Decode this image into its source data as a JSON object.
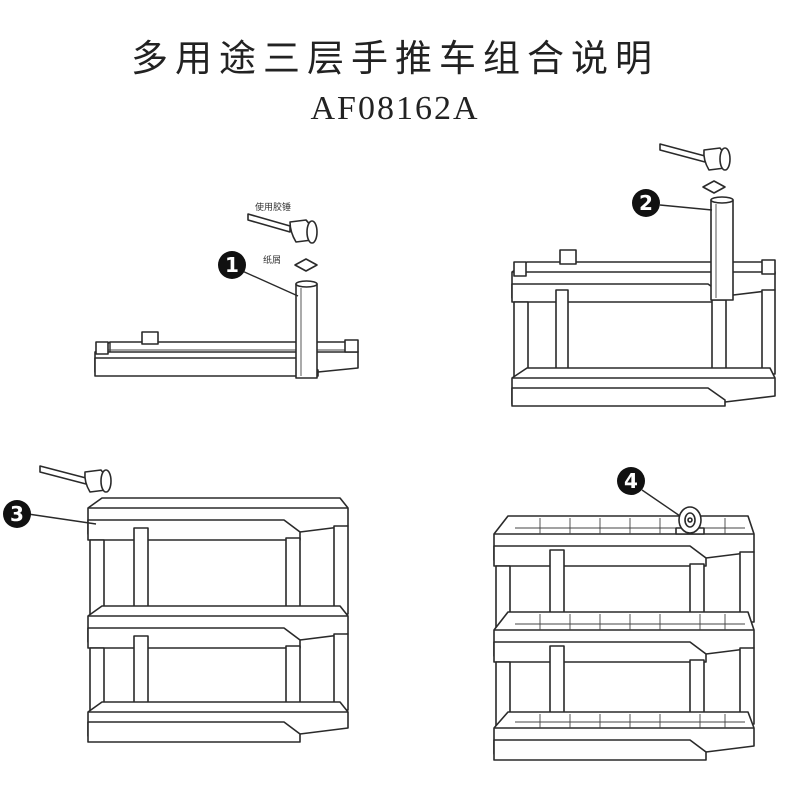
{
  "header": {
    "title": "多用途三层手推车组合说明",
    "model": "AF08162A"
  },
  "steps": [
    {
      "number": "1",
      "tool_label": "使用胶锤",
      "pad_label": "纸屑"
    },
    {
      "number": "2"
    },
    {
      "number": "3"
    },
    {
      "number": "4"
    }
  ]
}
